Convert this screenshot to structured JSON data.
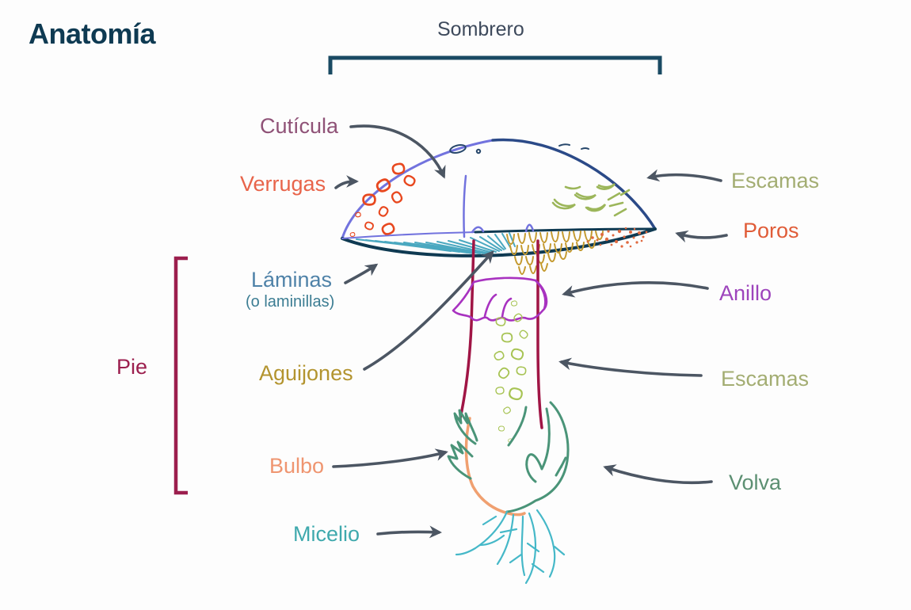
{
  "title": {
    "text": "Anatomía",
    "color": "#0e3a52"
  },
  "labels": {
    "sombrero": {
      "text": "Sombrero",
      "color": "#3e4a5c"
    },
    "cuticula": {
      "text": "Cutícula",
      "color": "#8f5277"
    },
    "verrugas": {
      "text": "Verrugas",
      "color": "#e8644a"
    },
    "escamas_cap": {
      "text": "Escamas",
      "color": "#a3ad72"
    },
    "poros": {
      "text": "Poros",
      "color": "#e05c38"
    },
    "laminas": {
      "text": "Láminas",
      "color": "#4f82a8"
    },
    "laminas_alt": {
      "text": "(o laminillas)",
      "color": "#3c7d93"
    },
    "pie": {
      "text": "Pie",
      "color": "#9c1f4e"
    },
    "aguijones": {
      "text": "Aguijones",
      "color": "#b3942f"
    },
    "anillo": {
      "text": "Anillo",
      "color": "#9d44bc"
    },
    "escamas_stem": {
      "text": "Escamas",
      "color": "#a3ad72"
    },
    "bulbo": {
      "text": "Bulbo",
      "color": "#ef9570"
    },
    "volva": {
      "text": "Volva",
      "color": "#5c8f72"
    },
    "micelio": {
      "text": "Micelio",
      "color": "#3fa9ad"
    }
  },
  "colors": {
    "arrow": "#4c5663",
    "bracket_sombrero": "#1a4a63",
    "bracket_pie": "#9c1f4e",
    "cap_edge_left": "#7273de",
    "cap_edge_right": "#2b4a88",
    "cap_underside": "#0f3a52",
    "cap_top_marks": "#27476b",
    "gills": "#4aa8c0",
    "spines": "#c49a2f",
    "pores_dots": "#e06a40",
    "warts": "#e8481f",
    "cap_scales": "#9cb65a",
    "ring": "#a832c0",
    "stem": "#a01545",
    "stem_scales": "#a8c455",
    "volva_leaves": "#4a9478",
    "bulb": "#f0a070",
    "mycelium": "#45b8c8"
  }
}
